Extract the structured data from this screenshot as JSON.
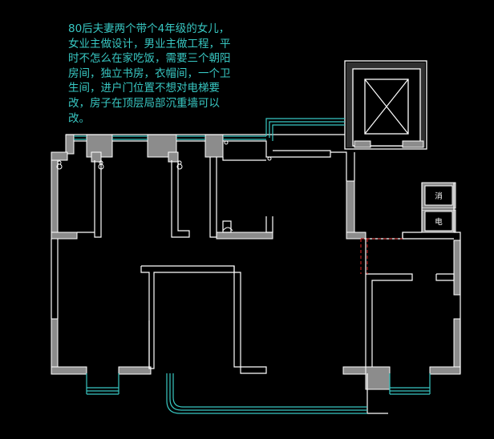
{
  "requirement_note": {
    "lines": [
      "80后夫妻两个带个4年级的女儿，",
      "女业主做设计，男业主做工程，平",
      "时不怎么在家吃饭，需要三个朝阳",
      "房间，独立书房，衣帽间，一个卫",
      "生间，进户门位置不想对电梯要",
      "改，房子在顶层局部沉重墙可以",
      "改。"
    ]
  },
  "room_labels": {
    "fire_hydrant": "消",
    "electric_box": "电"
  },
  "colors": {
    "background": "#000000",
    "wall_fill": "#8c8c8c",
    "wall_line": "#ffffff",
    "window_line": "#38c7c2",
    "note_text": "#38c7c2",
    "demolition_line": "#d02020"
  },
  "icons": {
    "elevator": "elevator-cross-icon",
    "door_swing": "door-arc-icon"
  }
}
